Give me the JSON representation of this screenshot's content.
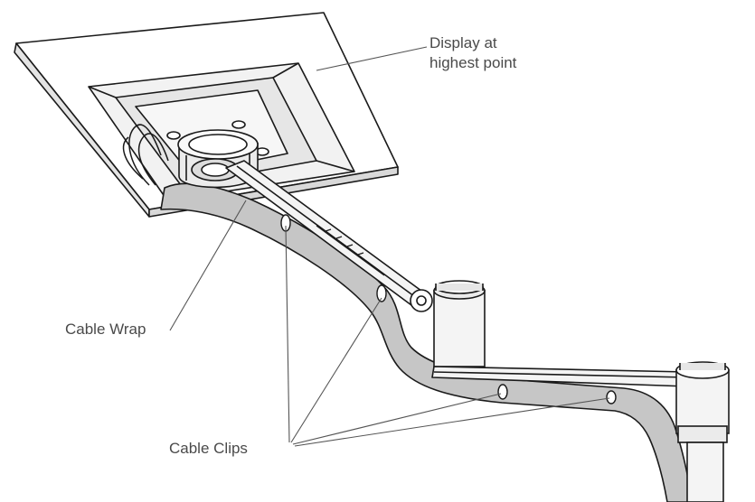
{
  "labels": {
    "display_line1": "Display at",
    "display_line2": "highest point",
    "cable_wrap": "Cable Wrap",
    "cable_clips": "Cable Clips"
  },
  "colors": {
    "outline": "#1a1a1a",
    "panel_fill": "#ffffff",
    "frame_shade": "#ededed",
    "cable_fill": "#c6c6c6",
    "arm_fill": "#f4f4f4",
    "label_text": "#4a4a4a",
    "leader_line": "#555555"
  }
}
